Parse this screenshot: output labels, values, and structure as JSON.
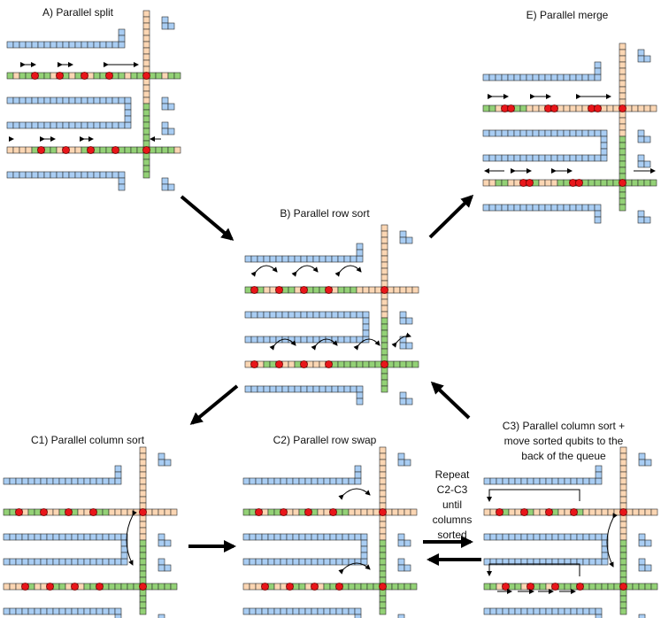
{
  "panels": {
    "a": {
      "title": "A) Parallel split"
    },
    "b": {
      "title": "B) Parallel row sort"
    },
    "c1": {
      "title": "C1) Parallel column sort"
    },
    "c2": {
      "title": "C2) Parallel row swap"
    },
    "c3": {
      "line1": "C3) Parallel column sort +",
      "line2": "move sorted qubits to the",
      "line3": "back of the queue"
    },
    "e": {
      "title": "E) Parallel merge"
    }
  },
  "repeat_note": {
    "line1": "Repeat",
    "line2": "C2-C3",
    "line3": "until",
    "line4": "columns",
    "line5": "sorted"
  },
  "colors": {
    "blue": "#a9cdf3",
    "orange": "#fbd6b3",
    "green": "#93d176",
    "qubit": "#e8161a",
    "stroke": "#2a2a2a"
  }
}
